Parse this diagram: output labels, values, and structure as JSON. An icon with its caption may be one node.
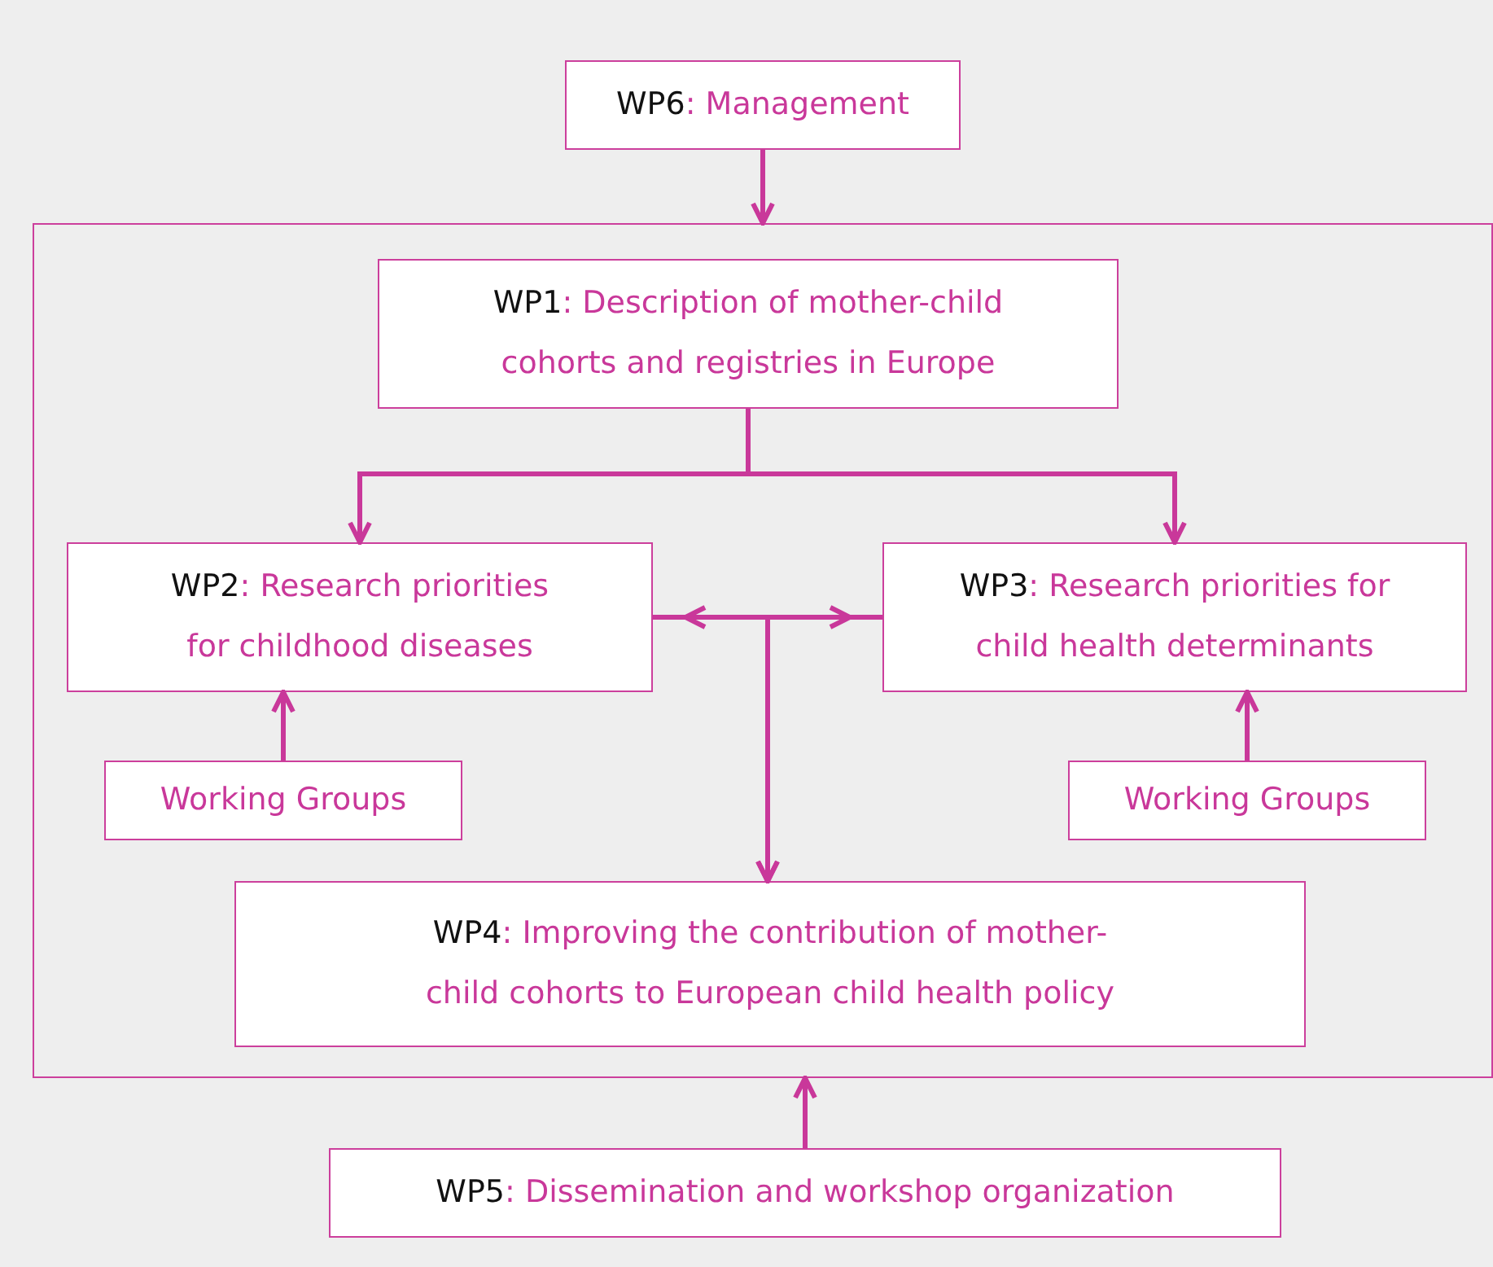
{
  "diagram": {
    "nodes": [
      {
        "text": [
          "WP6",
          ": Management"
        ]
      },
      {
        "text": [],
        "shape": "box"
      },
      {
        "text": [
          "WP1",
          ": Description of mother-child cohorts and registries in Europe"
        ],
        "in": 1
      },
      {
        "text": [
          "WP2",
          ": Research priorities for childhood diseases"
        ],
        "in": 1
      },
      {
        "text": [
          "WP3",
          ": Research priorities for child health determinants"
        ],
        "in": 1
      },
      {
        "text": [
          "Working Groups"
        ],
        "in": 1
      },
      {
        "text": [
          "Working Groups"
        ],
        "in": 1
      },
      {
        "text": [
          "WP4",
          ": Improving the contribution of mother-child cohorts to European child health policy"
        ],
        "in": 1
      },
      {
        "text": [
          "WP5",
          ": Dissemination and workshop organization"
        ]
      }
    ],
    "edges": [
      {
        "from": 0,
        "to": 1,
        "arrow": "to"
      },
      {
        "from": 2,
        "to": 3,
        "arrow": "to"
      },
      {
        "from": 2,
        "to": 4,
        "arrow": "to"
      },
      {
        "from": 3,
        "to": 4,
        "arrow": "both"
      },
      {
        "from": 3,
        "to": 7,
        "arrow": "to"
      },
      {
        "from": 4,
        "to": 7,
        "arrow": "to"
      },
      {
        "from": 5,
        "to": 3,
        "arrow": "to"
      },
      {
        "from": 6,
        "to": 4,
        "arrow": "to"
      },
      {
        "from": 8,
        "to": 1,
        "arrow": "to"
      }
    ]
  }
}
